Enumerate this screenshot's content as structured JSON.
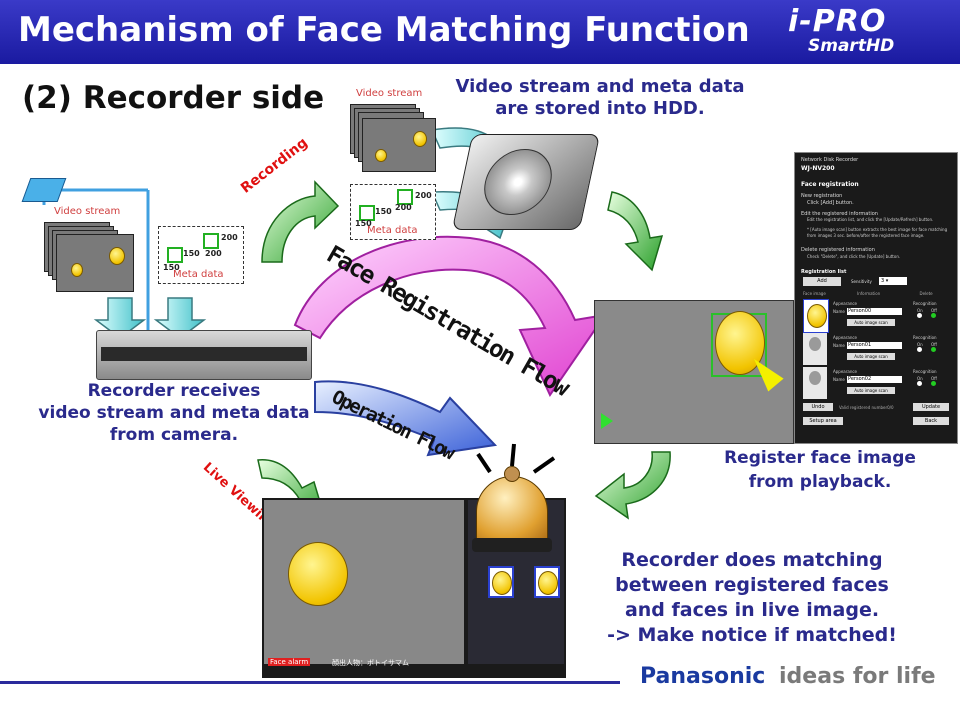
{
  "header": {
    "title": "Mechanism of Face Matching Function",
    "brand_top": "i-PRO",
    "brand_bottom": "SmartHD"
  },
  "section_title": "(2) Recorder side",
  "stored_caption": [
    "Video stream and meta data",
    "are stored into HDD."
  ],
  "video_stream_label": "Video stream",
  "meta_data_label": "Meta data",
  "meta_values": [
    "150",
    "150",
    "200",
    "200"
  ],
  "arrow_labels": {
    "recording": "Recording",
    "live_viewing": "Live Viewing",
    "face_registration_flow": "Face Registration Flow",
    "operation_flow": "Operation Flow"
  },
  "recorder_caption": [
    "Recorder receives",
    "video stream and meta data",
    "from camera."
  ],
  "register_caption": [
    "Register face image",
    "from playback."
  ],
  "matching_caption": [
    "Recorder does matching",
    "between registered faces",
    "and faces in live image.",
    "-> Make notice if matched!"
  ],
  "face_registration_panel": {
    "window_title": "Network Disk Recorder",
    "model": "WJ-NV200",
    "heading": "Face registration",
    "new_reg_title": "New registration",
    "new_reg_text": "Click [Add] button.",
    "edit_title": "Edit the registered information",
    "edit_text": "Edit the registration list, and click the [Update/Refresh] button.",
    "auto_scan_note": "* [Auto image scan] button extracts the best image for face matching from images 3 sec. before/after the registered face image.",
    "delete_title": "Delete registered information",
    "delete_text": "Check \"Delete\", and click the [Update] button.",
    "registration_list": "Registration list",
    "add_button": "Add",
    "sensitivity_label": "Sensitivity",
    "sensitivity_value": "3",
    "columns": [
      "Face image",
      "Information",
      "Delete"
    ],
    "entries": [
      {
        "appearance": "Appearance",
        "name_label": "Name",
        "name": "Person00",
        "recognition": "Recognition",
        "on": "On",
        "off": "Off",
        "scan_button": "Auto image scan"
      },
      {
        "appearance": "Appearance",
        "name_label": "Name",
        "name": "Person01",
        "recognition": "Recognition",
        "on": "On",
        "off": "Off",
        "scan_button": "Auto image scan"
      },
      {
        "appearance": "Appearance",
        "name_label": "Name",
        "name": "Person02",
        "recognition": "Recognition",
        "on": "On",
        "off": "Off",
        "scan_button": "Auto image scan"
      }
    ],
    "undo_button": "Undo",
    "registered_count": "Valid registered number0/0",
    "update_button": "Update",
    "setup_button": "Setup area",
    "back_button": "Back"
  },
  "live_screen": {
    "face_alarm": "Face alarm",
    "alarm_text": "顔出人物：ボトイサマム"
  },
  "footer": {
    "brand": "Panasonic",
    "tagline": "ideas for life"
  },
  "colors": {
    "title_bar": "#2424b0",
    "caption_navy": "#2a2a8c",
    "arrow_label_red": "#e01010",
    "face_flow_pink": "#f070e0",
    "operation_flow_blue": "#4a78e0",
    "footer_brand": "#1a3aa0"
  },
  "icons": [
    "network-switch-icon",
    "hard-disk-icon",
    "recorder-device-icon",
    "bell-icon",
    "smiley-face-icon",
    "cursor-arrow-icon"
  ]
}
